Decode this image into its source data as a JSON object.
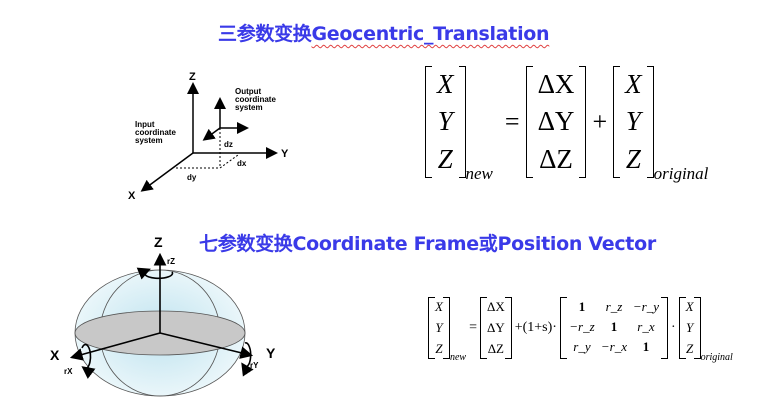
{
  "titles": {
    "three_param_cn": "三参数变换",
    "three_param_en": "Geocentric_Translation",
    "seven_param": "七参数变换Coordinate Frame或Position Vector"
  },
  "diagram1": {
    "axis_z": "Z",
    "axis_y": "Y",
    "axis_x": "X",
    "input_label": [
      "Input",
      "coordinate",
      "system"
    ],
    "output_label": [
      "Output",
      "coordinate",
      "system"
    ],
    "dz": "dz",
    "dx": "dx",
    "dy": "dy"
  },
  "equation1": {
    "lhs": [
      "X",
      "Y",
      "Z"
    ],
    "lhs_sub": "new",
    "equals": "=",
    "delta": [
      "ΔX",
      "ΔY",
      "ΔZ"
    ],
    "plus": "+",
    "rhs": [
      "X",
      "Y",
      "Z"
    ],
    "rhs_sub": "original"
  },
  "diagram2": {
    "axis_z": "Z",
    "axis_x": "X",
    "axis_y": "Y",
    "rot_z": "rZ",
    "rot_x": "rX",
    "rot_y": "rY",
    "colors": {
      "sphere": "#cfeaf3",
      "plane": "#c8c8c8"
    }
  },
  "equation2": {
    "lhs": [
      "X",
      "Y",
      "Z"
    ],
    "lhs_sub": "new",
    "equals": "=",
    "delta": [
      "ΔX",
      "ΔY",
      "ΔZ"
    ],
    "scale": "+(1+s)·",
    "rotation": [
      [
        "1",
        "r_z",
        "−r_y"
      ],
      [
        "−r_z",
        "1",
        "r_x"
      ],
      [
        "r_y",
        "−r_x",
        "1"
      ]
    ],
    "dot": "·",
    "rhs": [
      "X",
      "Y",
      "Z"
    ],
    "rhs_sub": "original"
  }
}
